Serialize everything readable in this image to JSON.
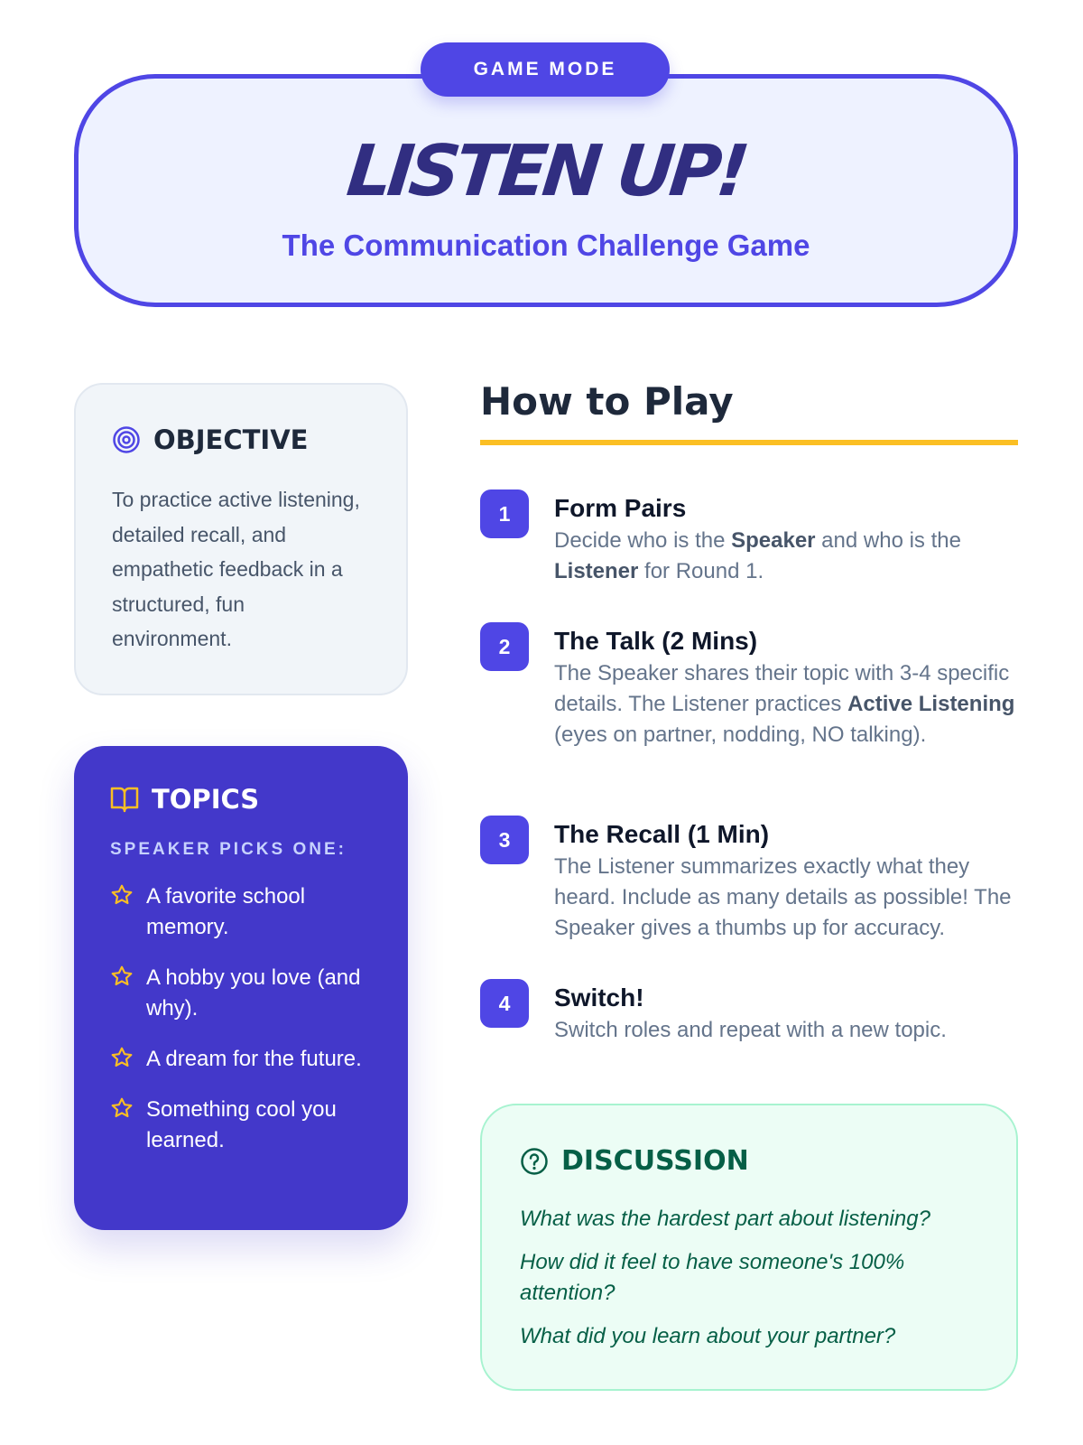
{
  "hero": {
    "badge": "GAME MODE",
    "title": "LISTEN UP!",
    "subtitle": "The Communication Challenge Game"
  },
  "objective": {
    "icon": "target-icon",
    "heading": "OBJECTIVE",
    "text": "To practice active listening, detailed recall, and empathetic feedback in a structured, fun environment."
  },
  "topics": {
    "icon": "book-icon",
    "heading": "TOPICS",
    "subheading": "SPEAKER PICKS ONE:",
    "items": [
      "A favorite school memory.",
      "A hobby you love (and why).",
      "A dream for the future.",
      "Something cool you learned."
    ]
  },
  "how_to_play": {
    "heading": "How to Play",
    "steps": [
      {
        "number": "1",
        "title": "Form Pairs",
        "segments": [
          {
            "t": "Decide who is the "
          },
          {
            "t": "Speaker",
            "b": true
          },
          {
            "t": " and who is the "
          },
          {
            "t": "Listener",
            "b": true
          },
          {
            "t": " for Round 1."
          }
        ]
      },
      {
        "number": "2",
        "title": "The Talk (2 Mins)",
        "segments": [
          {
            "t": "The Speaker shares their topic with 3-4 specific details. The Listener practices "
          },
          {
            "t": "Active Listening",
            "b": true
          },
          {
            "t": " (eyes on partner, nodding, NO talking)."
          }
        ]
      },
      {
        "number": "3",
        "title": "The Recall (1 Min)",
        "segments": [
          {
            "t": "The Listener summarizes exactly what they heard. Include as many details as possible! The Speaker gives a thumbs up for accuracy."
          }
        ]
      },
      {
        "number": "4",
        "title": "Switch!",
        "segments": [
          {
            "t": "Switch roles and repeat with a new topic."
          }
        ]
      }
    ]
  },
  "discussion": {
    "icon": "question-circle-icon",
    "heading": "DISCUSSION",
    "questions": [
      "What was the hardest part about listening?",
      "How did it feel to have someone's 100% attention?",
      "What did you learn about your partner?"
    ]
  },
  "colors": {
    "primary": "#4f46e5",
    "dark": "#312e81",
    "accent": "#fbbf24",
    "green": "#065f46"
  }
}
